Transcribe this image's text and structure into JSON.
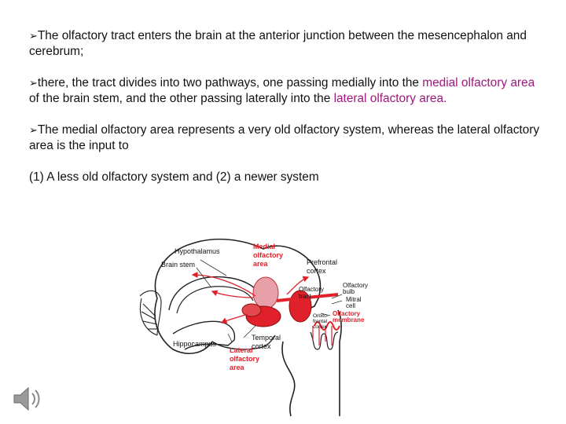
{
  "bullet_glyph": "➢",
  "paragraphs": {
    "p1": {
      "text": "The olfactory tract enters the brain at the anterior junction between the mesencephalon and cerebrum;"
    },
    "p2": {
      "part1": "there, the tract divides into two pathways, one passing medially into the ",
      "hl1": "medial olfactory area",
      "part2": " of the brain stem, and the other passing laterally into the ",
      "hl2": "lateral olfactory area",
      "part3": "."
    },
    "p3": {
      "text": "The medial olfactory area represents a very old olfactory system, whereas the lateral olfactory area is the input to"
    },
    "p4": {
      "text": "(1) A less old olfactory system and (2) a newer system"
    }
  },
  "diagram": {
    "labels": {
      "hypothalamus": "Hypothalamus",
      "brain_stem": "Brain stem",
      "medial_area_1": "Medial",
      "medial_area_2": "olfactory",
      "medial_area_3": "area",
      "prefrontal_1": "Prefrontal",
      "prefrontal_2": "cortex",
      "olfactory_tract_1": "Olfactory",
      "olfactory_tract_2": "tract",
      "olfactory_bulb_1": "Olfactory",
      "olfactory_bulb_2": "bulb",
      "mitral_1": "Mitral",
      "mitral_2": "cell",
      "olfactory_membrane_1": "Olfactory",
      "olfactory_membrane_2": "membrane",
      "orbitofrontal_1": "Orbito-",
      "orbitofrontal_2": "frontal",
      "orbitofrontal_3": "cortex",
      "temporal_1": "Temporal",
      "temporal_2": "cortex",
      "hippocampus": "Hippocampus",
      "lateral_area_1": "Lateral",
      "lateral_area_2": "olfactory",
      "lateral_area_3": "area"
    }
  },
  "colors": {
    "highlight": "#a0167e",
    "diagram_red": "#e0202a",
    "diagram_pink": "#e8a0a8"
  },
  "icons": {
    "speaker": "speaker-icon"
  }
}
